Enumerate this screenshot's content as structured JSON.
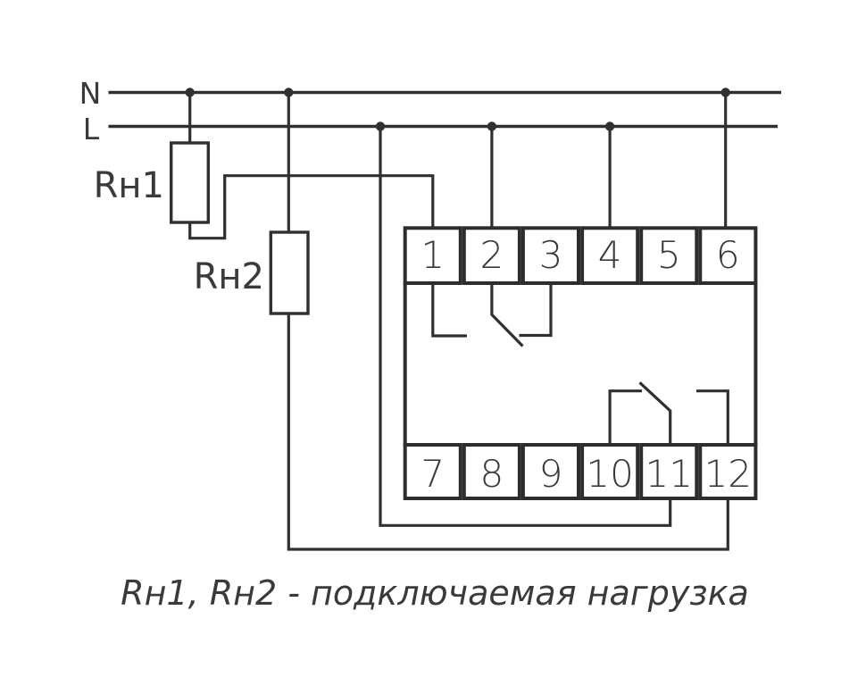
{
  "power": {
    "n_label": "N",
    "l_label": "L"
  },
  "loads": {
    "rn1_label": "Rн1",
    "rn2_label": "Rн2"
  },
  "device": {
    "top_terminals": [
      "1",
      "2",
      "3",
      "4",
      "5",
      "6"
    ],
    "bottom_terminals": [
      "7",
      "8",
      "9",
      "10",
      "11",
      "12"
    ]
  },
  "caption": "Rн1, Rн2 - подключаемая нагрузка",
  "colors": {
    "line": "#303030",
    "text": "#3a3a3a",
    "background": "#ffffff"
  }
}
